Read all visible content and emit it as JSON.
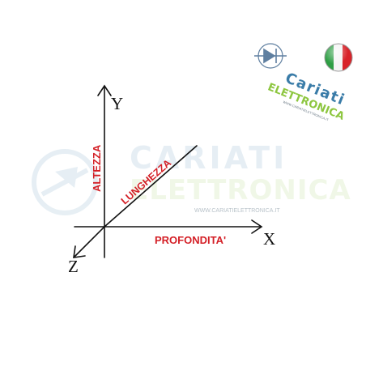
{
  "diagram": {
    "axes": {
      "y_label": "Y",
      "x_label": "X",
      "z_label": "Z"
    },
    "dimensions": {
      "height_label": "ALTEZZA",
      "length_label": "LUNGHEZZA",
      "depth_label": "PROFONDITA'"
    },
    "colors": {
      "axis": "#111111",
      "dimension_text": "#d42027",
      "brand_blue": "#3a7ca8",
      "brand_green": "#8dc63f"
    }
  },
  "watermark": {
    "brand_line1": "CARIATI",
    "brand_line2": "ELETTRONICA",
    "website": "WWW.CARIATIELETTRONICA.IT",
    "icon": "diode-icon"
  },
  "logo": {
    "brand_line1": "Cariati",
    "brand_line2": "ELETTRONICA",
    "tagline": "WWW.CARIATIELETTRONICA.IT",
    "icon": "diode-icon",
    "flag": "italian-flag-icon"
  }
}
